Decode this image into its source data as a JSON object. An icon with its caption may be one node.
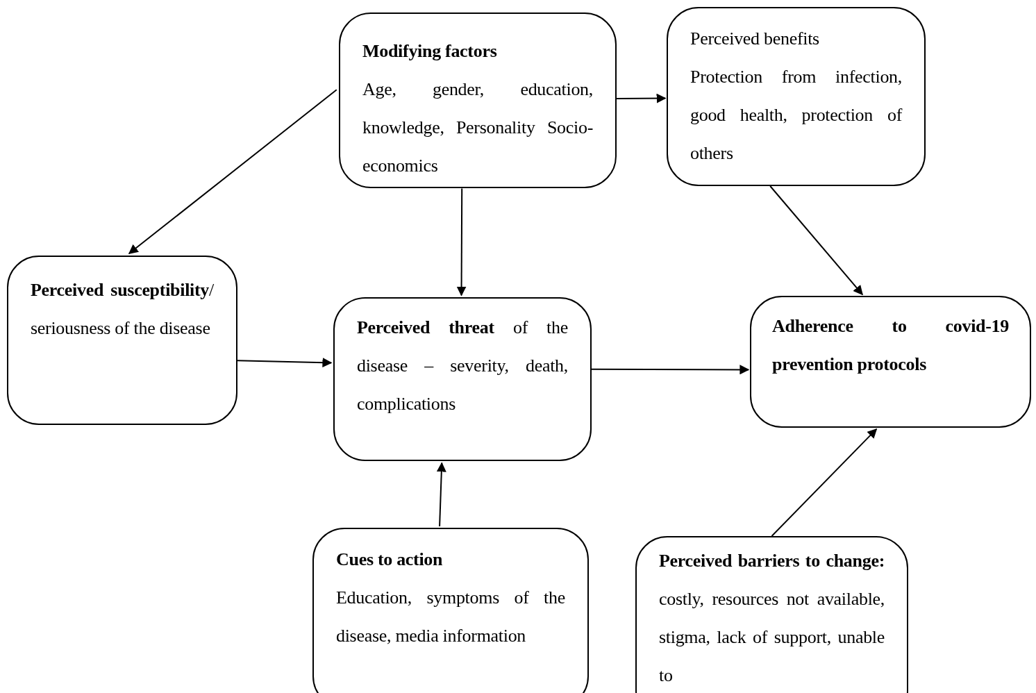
{
  "diagram": {
    "nodes": [
      {
        "text": [
          "Modifying factors",
          "Age, gender, education, knowledge, Personality Socio-economics"
        ]
      },
      {
        "text": [
          "Perceived benefits",
          "Protection from infection, good health, protection of others"
        ]
      },
      {
        "text": [
          "**Perceived susceptibility**/ seriousness of the disease"
        ]
      },
      {
        "text": [
          "**Perceived threat** of the disease – severity, death, complications"
        ]
      },
      {
        "text": [
          "Adherence to covid-19 prevention protocols"
        ]
      },
      {
        "text": [
          "Cues to action",
          "Education, symptoms of the disease, media information"
        ]
      },
      {
        "text": [
          "**Perceived barriers to change:** costly, resources not available, stigma, lack of support, unable to"
        ]
      }
    ],
    "edges": [
      {
        "from": 0,
        "to": 2,
        "arrow": "to"
      },
      {
        "from": 0,
        "to": 1,
        "arrow": "to"
      },
      {
        "from": 0,
        "to": 3,
        "arrow": "to"
      },
      {
        "from": 2,
        "to": 3,
        "arrow": "to"
      },
      {
        "from": 3,
        "to": 4,
        "arrow": "to"
      },
      {
        "from": 1,
        "to": 4,
        "arrow": "to"
      },
      {
        "from": 5,
        "to": 3,
        "arrow": "to"
      },
      {
        "from": 6,
        "to": 4,
        "arrow": "to"
      }
    ]
  }
}
